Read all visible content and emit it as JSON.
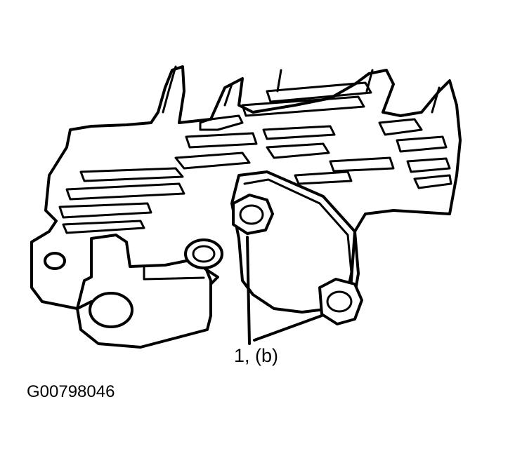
{
  "figure": {
    "callout_label": "1, (b)",
    "figure_id": "G00798046"
  },
  "parts": {
    "upper_bolt": "bolt-icon",
    "lower_bolt": "bolt-icon",
    "plug": "plug-icon",
    "cover_plate": "cover-plate",
    "valve_body": "valve-body"
  }
}
